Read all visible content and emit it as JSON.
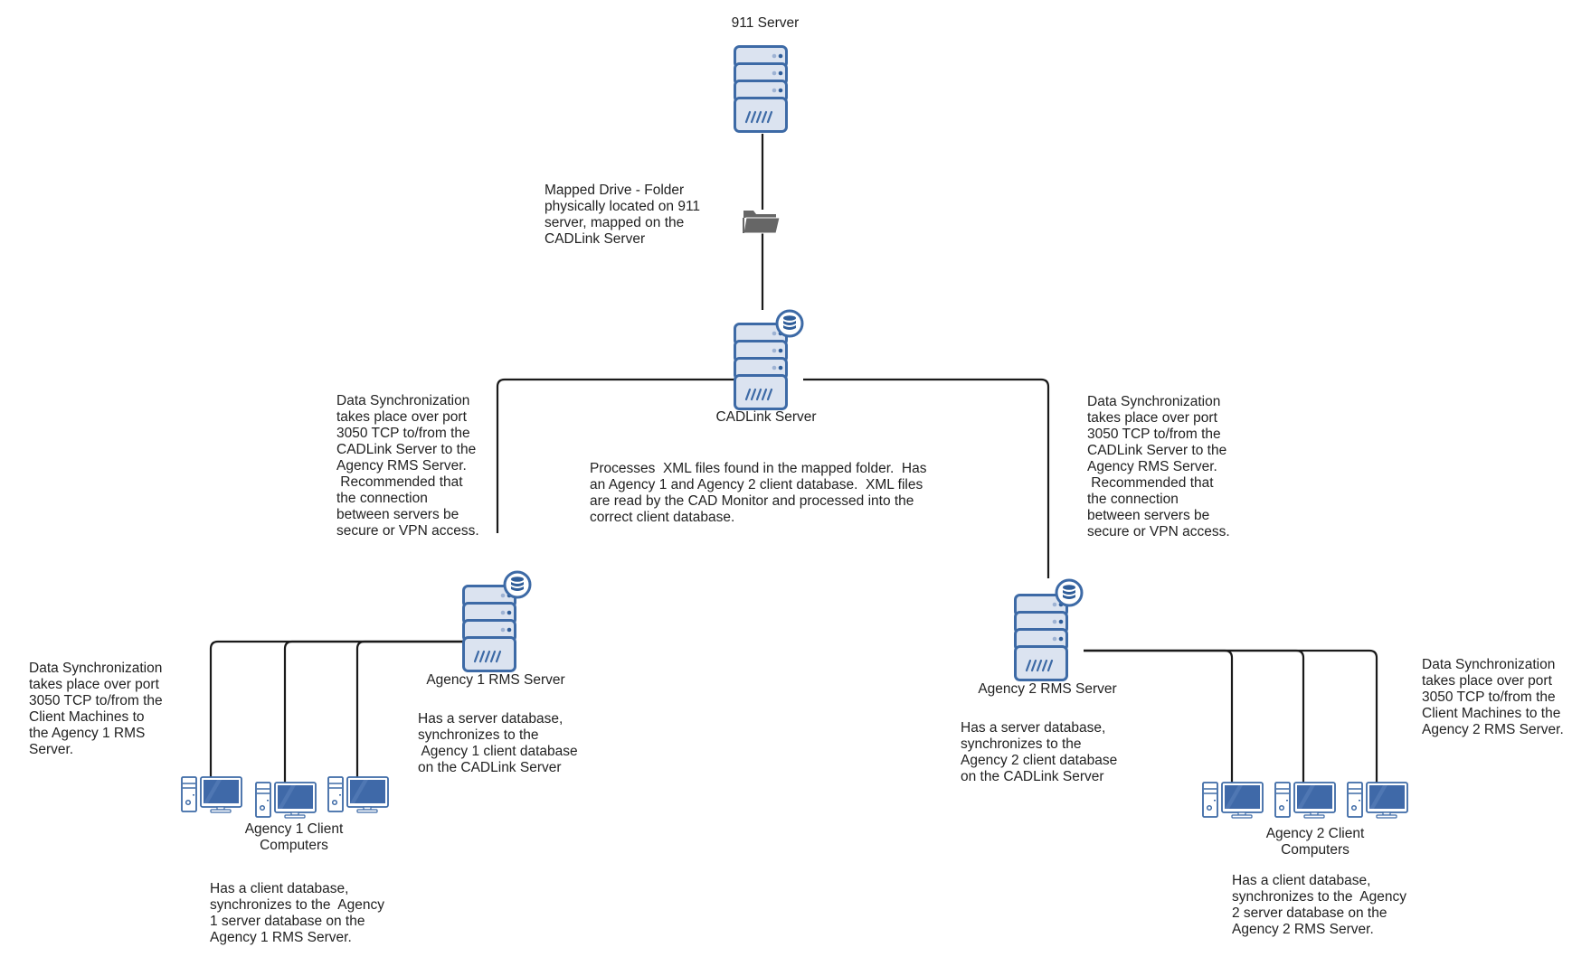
{
  "diagram": {
    "colors": {
      "server_fill": "#dbe3f0",
      "server_stroke": "#3d6aa6",
      "monitor_screen": "#3f69a8",
      "folder": "#666666",
      "wire": "#1a1a1a"
    },
    "nodes": {
      "server_911": {
        "label": "911 Server",
        "icon": "server-icon"
      },
      "mapped_folder": {
        "icon": "folder-icon"
      },
      "cadlink_server": {
        "label": "CADLink Server",
        "icon": "database-server-icon"
      },
      "agency1_rms": {
        "label": "Agency 1 RMS Server",
        "icon": "database-server-icon"
      },
      "agency2_rms": {
        "label": "Agency 2 RMS Server",
        "icon": "database-server-icon"
      },
      "agency1_clients": {
        "label": "Agency 1 Client\nComputers",
        "icon": "workstation-icon",
        "count": 3
      },
      "agency2_clients": {
        "label": "Agency 2 Client\nComputers",
        "icon": "workstation-icon",
        "count": 3
      }
    },
    "notes": {
      "mapped_drive": "Mapped Drive - Folder\nphysically located on 911\nserver, mapped on the\nCADLink Server",
      "cadlink_desc": "Processes  XML files found in the mapped folder.  Has\nan Agency 1 and Agency 2 client database.  XML files\nare read by the CAD Monitor and processed into the\ncorrect client database.",
      "sync_left": "Data Synchronization\ntakes place over port\n3050 TCP to/from the\nCADLink Server to the\nAgency RMS Server.\n Recommended that\nthe connection\nbetween servers be\nsecure or VPN access.",
      "sync_right": "Data Synchronization\ntakes place over port\n3050 TCP to/from the\nCADLink Server to the\nAgency RMS Server.\n Recommended that\nthe connection\nbetween servers be\nsecure or VPN access.",
      "agency1_client_sync": "Data Synchronization\ntakes place over port\n3050 TCP to/from the\nClient Machines to\nthe Agency 1 RMS\nServer.",
      "agency2_client_sync": "Data Synchronization\ntakes place over port\n3050 TCP to/from the\nClient Machines to the\nAgency 2 RMS Server.",
      "agency1_server_db": "Has a server database,\nsynchronizes to the\n Agency 1 client database\non the CADLink Server",
      "agency2_server_db": "Has a server database,\nsynchronizes to the\nAgency 2 client database\non the CADLink Server",
      "agency1_client_db": "Has a client database,\nsynchronizes to the  Agency\n1 server database on the\nAgency 1 RMS Server.",
      "agency2_client_db": "Has a client database,\nsynchronizes to the  Agency\n2 server database on the\nAgency 2 RMS Server."
    }
  }
}
